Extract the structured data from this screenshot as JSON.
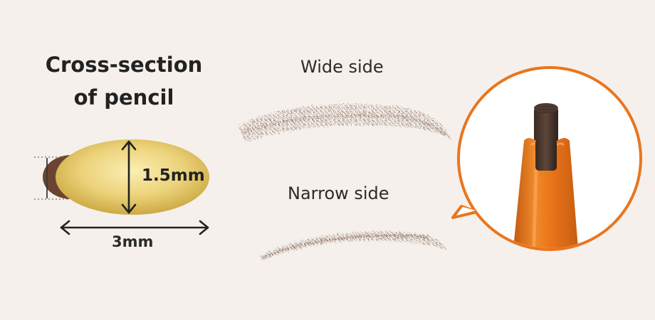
{
  "title": {
    "line1": "Cross-section",
    "line2": "of pencil"
  },
  "cross_section": {
    "height_label": "1.5mm",
    "width_label": "3mm"
  },
  "strokes": {
    "wide_label": "Wide side",
    "narrow_label": "Narrow side"
  },
  "colors": {
    "background": "#f5f0ec",
    "lead_gold": "#e6cc6a",
    "lead_brown": "#6b4431",
    "pencil_orange": "#e9761e",
    "stroke_brown": "#7a5a49"
  }
}
